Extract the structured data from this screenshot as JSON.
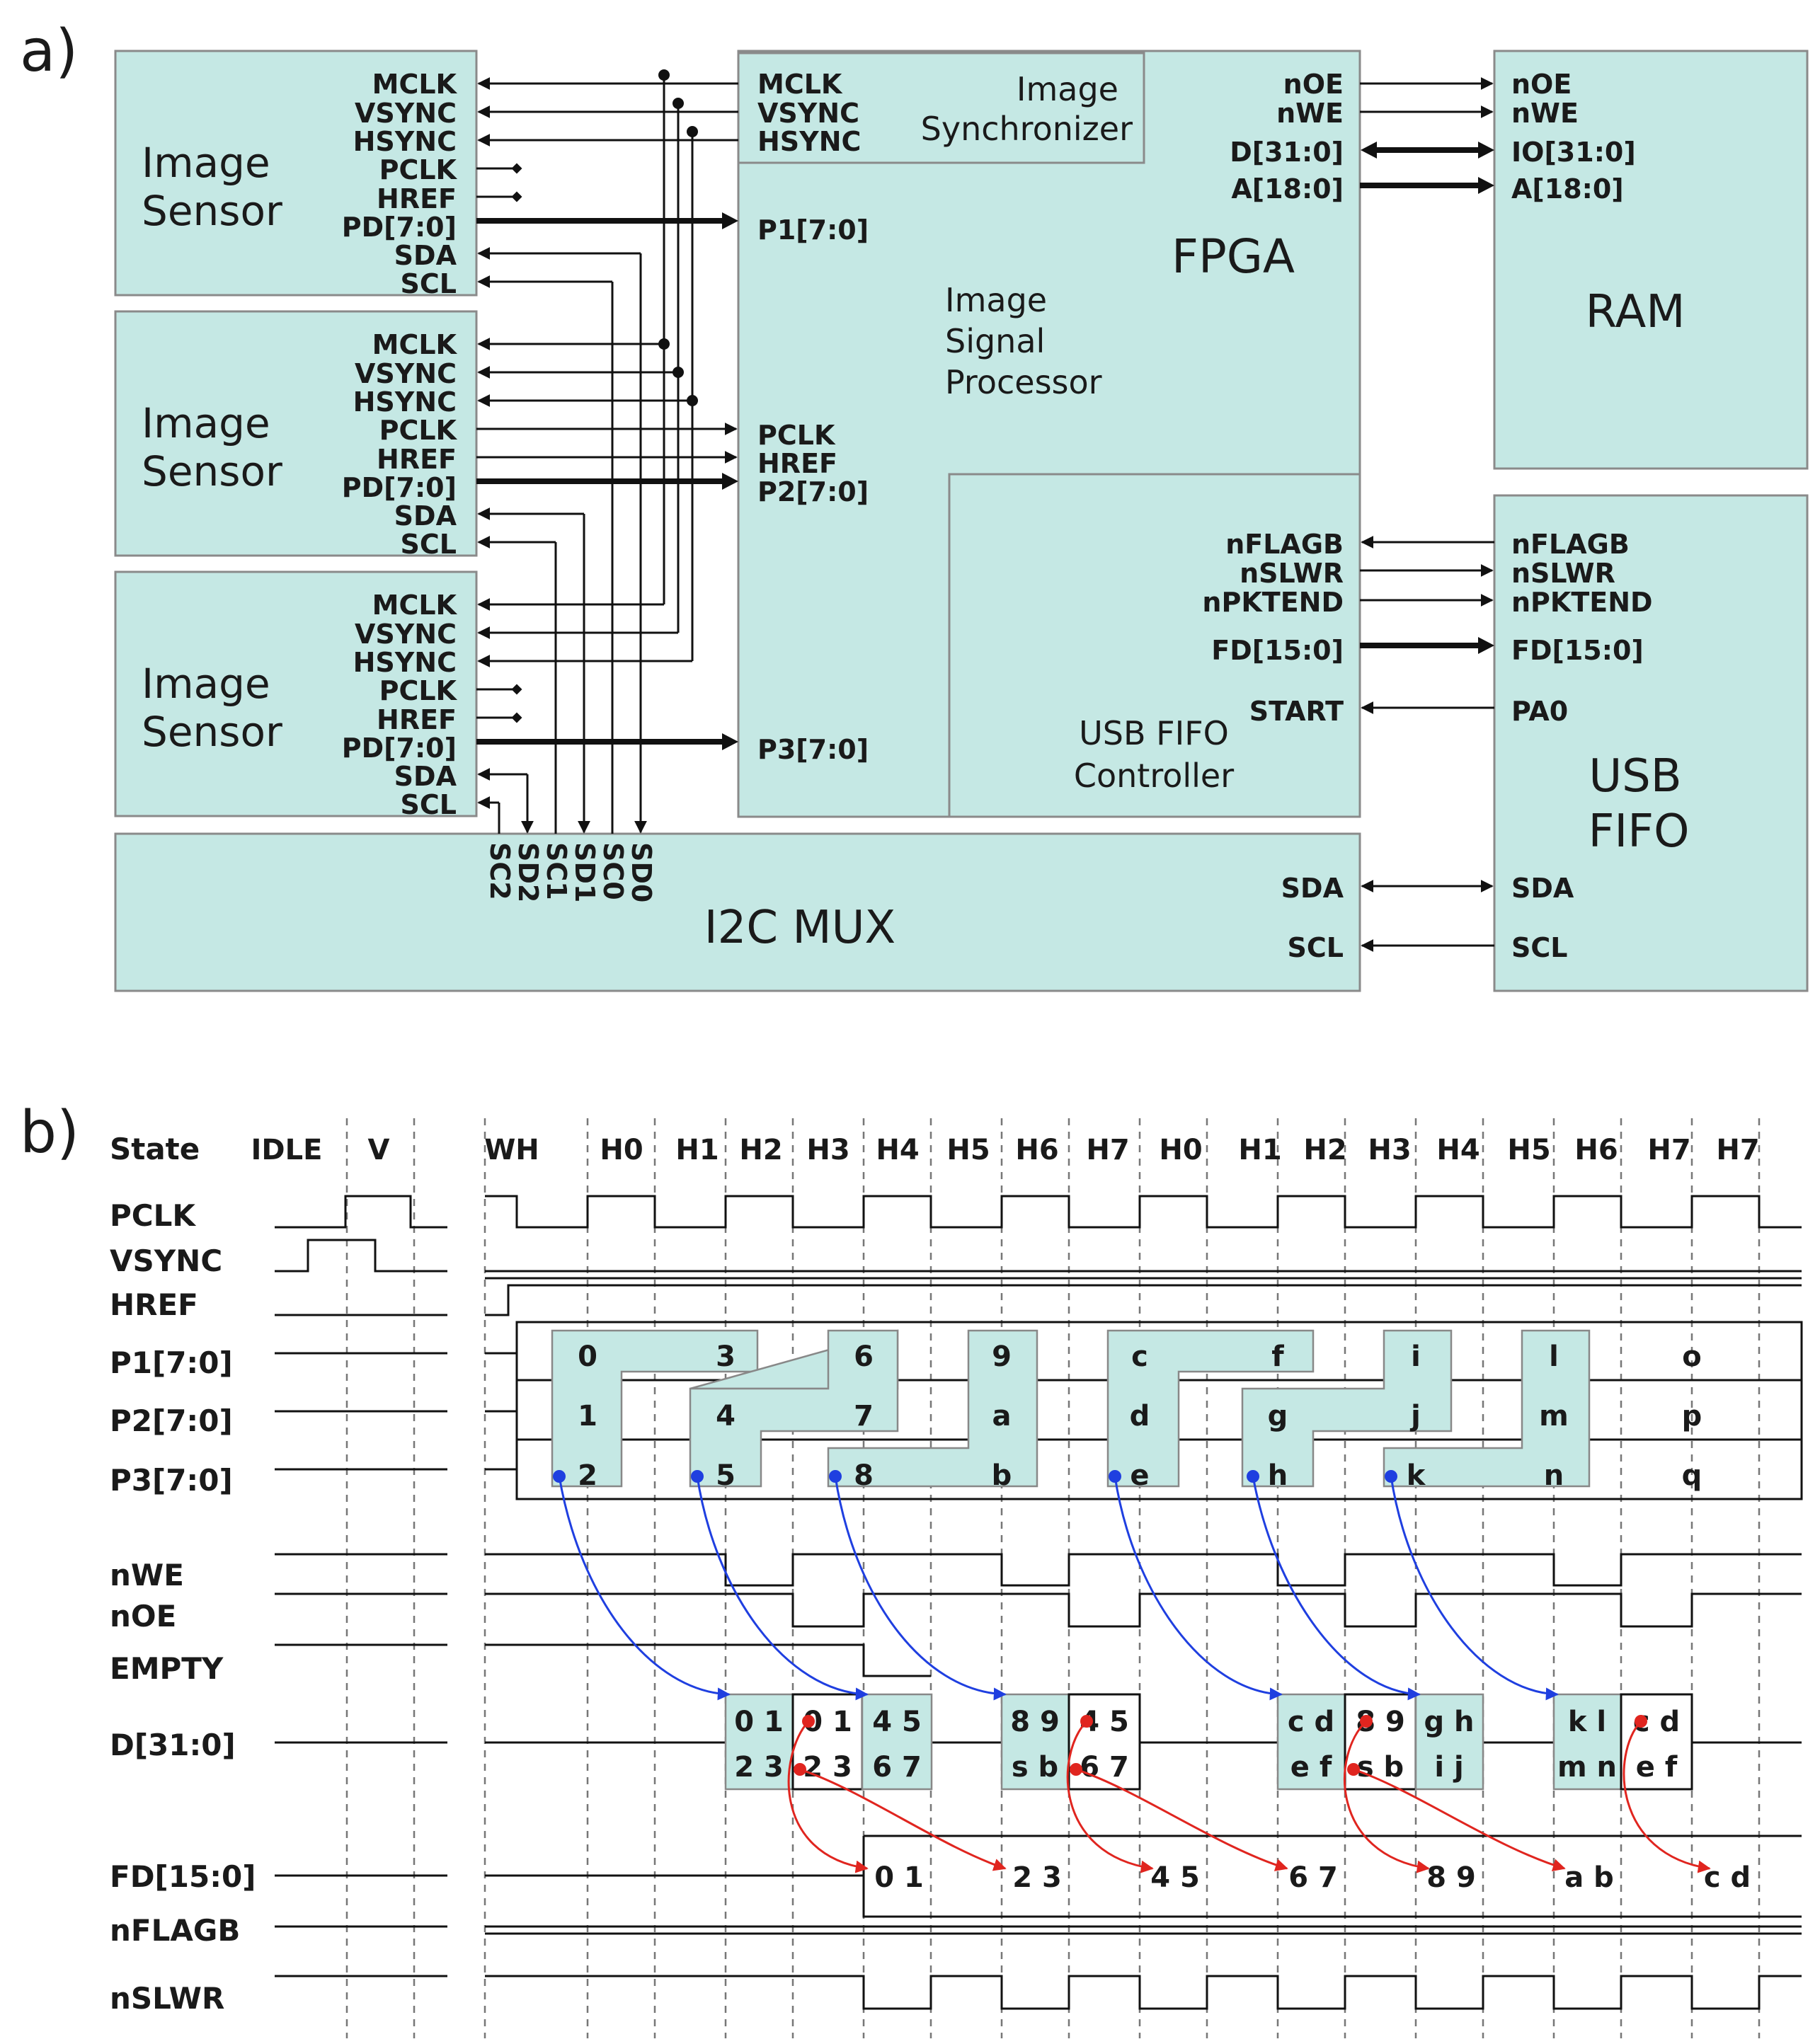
{
  "panel_a": {
    "label": "a)",
    "sensor_title": [
      "Image",
      "Sensor"
    ],
    "sensor_pins": [
      "MCLK",
      "VSYNC",
      "HSYNC",
      "PCLK",
      "HREF",
      "PD[7:0]",
      "SDA",
      "SCL"
    ],
    "synchronizer": {
      "pins": [
        "MCLK",
        "VSYNC",
        "HSYNC"
      ],
      "title": [
        "Image",
        "Synchronizer"
      ]
    },
    "fpga": {
      "title": "FPGA",
      "isp": [
        "Image",
        "Signal",
        "Processor"
      ],
      "p1": "P1[7:0]",
      "p2_pins": [
        "PCLK",
        "HREF",
        "P2[7:0]"
      ],
      "p3": "P3[7:0]",
      "ram_pins": [
        "nOE",
        "nWE",
        "D[31:0]",
        "A[18:0]"
      ]
    },
    "usb_ctrl": {
      "title": [
        "USB FIFO",
        "Controller"
      ],
      "pins": [
        "nFLAGB",
        "nSLWR",
        "nPKTEND",
        "FD[15:0]",
        "START"
      ]
    },
    "ram": {
      "title": "RAM",
      "pins": [
        "nOE",
        "nWE",
        "IO[31:0]",
        "A[18:0]"
      ]
    },
    "usb_fifo": {
      "title": [
        "USB",
        "FIFO"
      ],
      "pins": [
        "nFLAGB",
        "nSLWR",
        "nPKTEND",
        "FD[15:0]",
        "PA0",
        "SDA",
        "SCL"
      ]
    },
    "i2c": {
      "title": "I2C MUX",
      "pins": [
        "SDA",
        "SCL"
      ],
      "channels": [
        "SC2",
        "SD2",
        "SC1",
        "SD1",
        "SC0",
        "SD0"
      ]
    }
  },
  "panel_b": {
    "label": "b)",
    "signals": [
      "State",
      "PCLK",
      "VSYNC",
      "HREF",
      "P1[7:0]",
      "P2[7:0]",
      "P3[7:0]",
      "nWE",
      "nOE",
      "EMPTY",
      "D[31:0]",
      "FD[15:0]",
      "nFLAGB",
      "nSLWR"
    ],
    "states": [
      "IDLE",
      "V",
      "WH",
      "H0",
      "H1",
      "H2",
      "H3",
      "H4",
      "H5",
      "H6",
      "H7",
      "H0",
      "H1",
      "H2",
      "H3",
      "H4",
      "H5",
      "H6",
      "H7",
      "H7"
    ],
    "p1": [
      "0",
      "3",
      "6",
      "9",
      "c",
      "f",
      "i",
      "l",
      "o"
    ],
    "p2": [
      "1",
      "4",
      "7",
      "a",
      "d",
      "g",
      "j",
      "m",
      "p"
    ],
    "p3": [
      "2",
      "5",
      "8",
      "b",
      "e",
      "h",
      "k",
      "n",
      "q"
    ],
    "d_words": [
      [
        "0 1",
        "2 3"
      ],
      [
        "0 1",
        "2 3"
      ],
      [
        "4 5",
        "6 7"
      ],
      [
        "8 9",
        "s b"
      ],
      [
        "4 5",
        "6 7"
      ],
      [
        "c d",
        "e f"
      ],
      [
        "8 9",
        "s b"
      ],
      [
        "g h",
        "i j"
      ],
      [
        "k l",
        "m n"
      ],
      [
        "c d",
        "e f"
      ]
    ],
    "fd_words": [
      "0 1",
      "2 3",
      "4 5",
      "6 7",
      "8 9",
      "a b",
      "c d"
    ]
  }
}
